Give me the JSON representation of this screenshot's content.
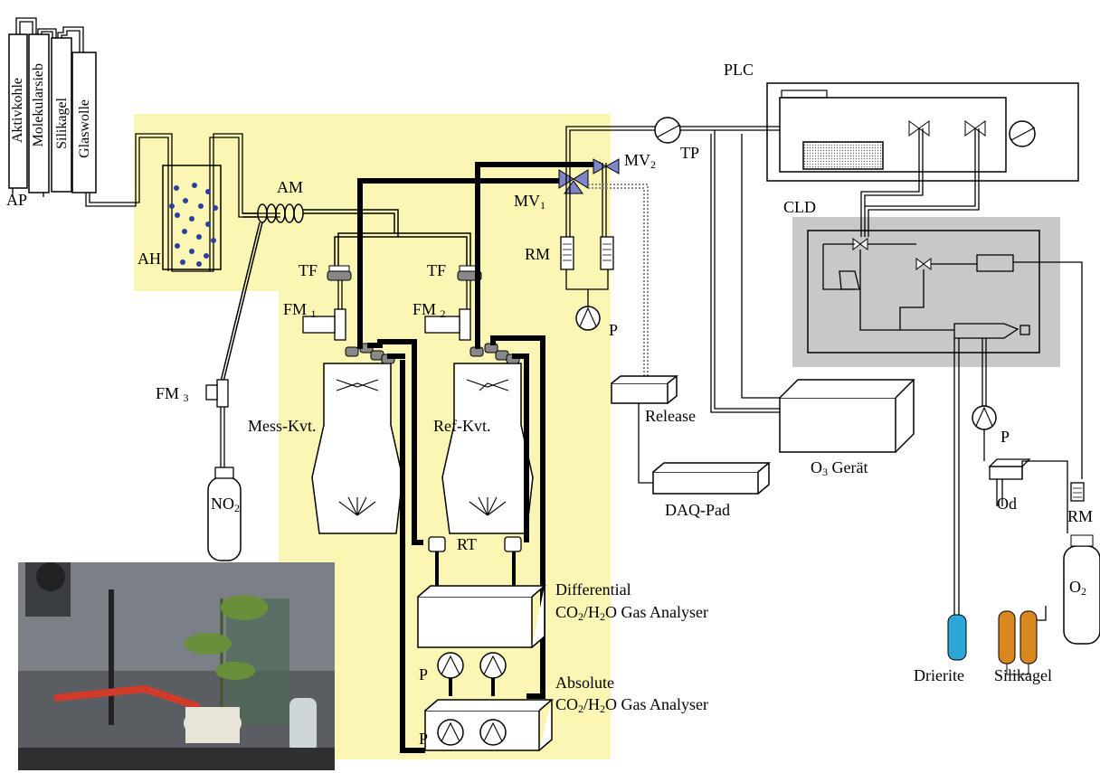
{
  "labels": {
    "ap": "AP",
    "aktivkohle": "Aktivkohle",
    "molekularsieb": "Molekularsieb",
    "silikagel_col": "Silikagel",
    "glaswolle": "Glaswolle",
    "ah": "AH",
    "am": "AM",
    "tf1": "TF",
    "tf2": "TF",
    "fm1": "FM",
    "fm1_sub": "1",
    "fm2": "FM",
    "fm2_sub": "2",
    "fm3": "FM",
    "fm3_sub": "3",
    "no2": "NO",
    "no2_sub": "2",
    "mess": "Mess-Kvt.",
    "ref": "Ref-Kvt.",
    "rt": "RT",
    "mv1": "MV",
    "mv1_sub": "1",
    "mv2": "MV",
    "mv2_sub": "2",
    "tp": "TP",
    "rm1": "RM",
    "p1": "P",
    "release": "Release",
    "daq": "DAQ-Pad",
    "plc": "PLC",
    "cld": "CLD",
    "o3_pre": "O",
    "o3_sub": "3",
    "o3_post": " Gerät",
    "p2": "P",
    "od": "Od",
    "rm2": "RM",
    "o2": "O",
    "o2_sub": "2",
    "drierite": "Drierite",
    "silikagel": "Silikagel",
    "diff1": "Differential",
    "diff_co": "CO",
    "diff_co_sub": "2",
    "diff_h": "/H",
    "diff_h_sub": "2",
    "diff_rest": "O Gas Analyser",
    "abs1": "Absolute",
    "abs_co": "CO",
    "abs_co_sub": "2",
    "abs_h": "/H",
    "abs_h_sub": "2",
    "abs_rest": "O Gas Analyser",
    "p3": "P",
    "p4": "P"
  },
  "colors": {
    "highlight": "#fbf6b3",
    "cld_box": "#c8c8c8",
    "drierite": "#2aa7d6",
    "silikagel": "#d9881f",
    "bubble": "#2b3f9c",
    "valve": "#7f86c8"
  }
}
